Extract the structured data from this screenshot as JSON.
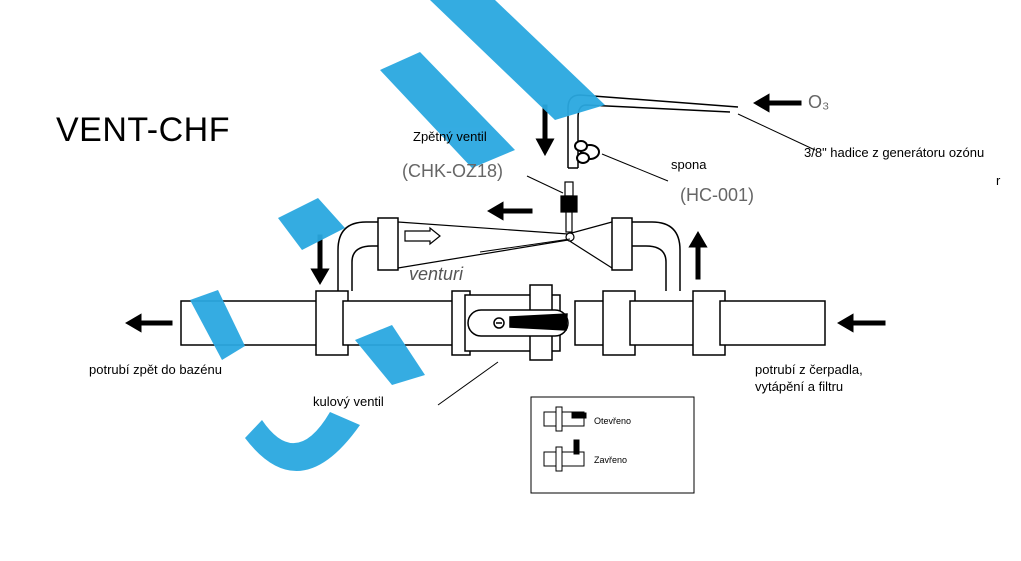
{
  "title": "VENT-CHF",
  "labels": {
    "check_valve": "Zpětný ventil",
    "check_valve_code": "(CHK-OZ18)",
    "clamp": "spona",
    "clamp_code": "(HC-001)",
    "ozone": "O₃",
    "hose": "3/8\" hadice z generátoru ozónu",
    "venturi": "venturi",
    "outlet": "potrubí zpět do bazénu",
    "ball_valve": "kulový ventil",
    "inlet": "potrubí z čerpadla, vytápění a filtru",
    "stray": "r"
  },
  "legend": {
    "open": "Otevřeno",
    "closed": "Zavřeno"
  },
  "colors": {
    "watermark": "#2aa8e0",
    "line": "#000000"
  }
}
